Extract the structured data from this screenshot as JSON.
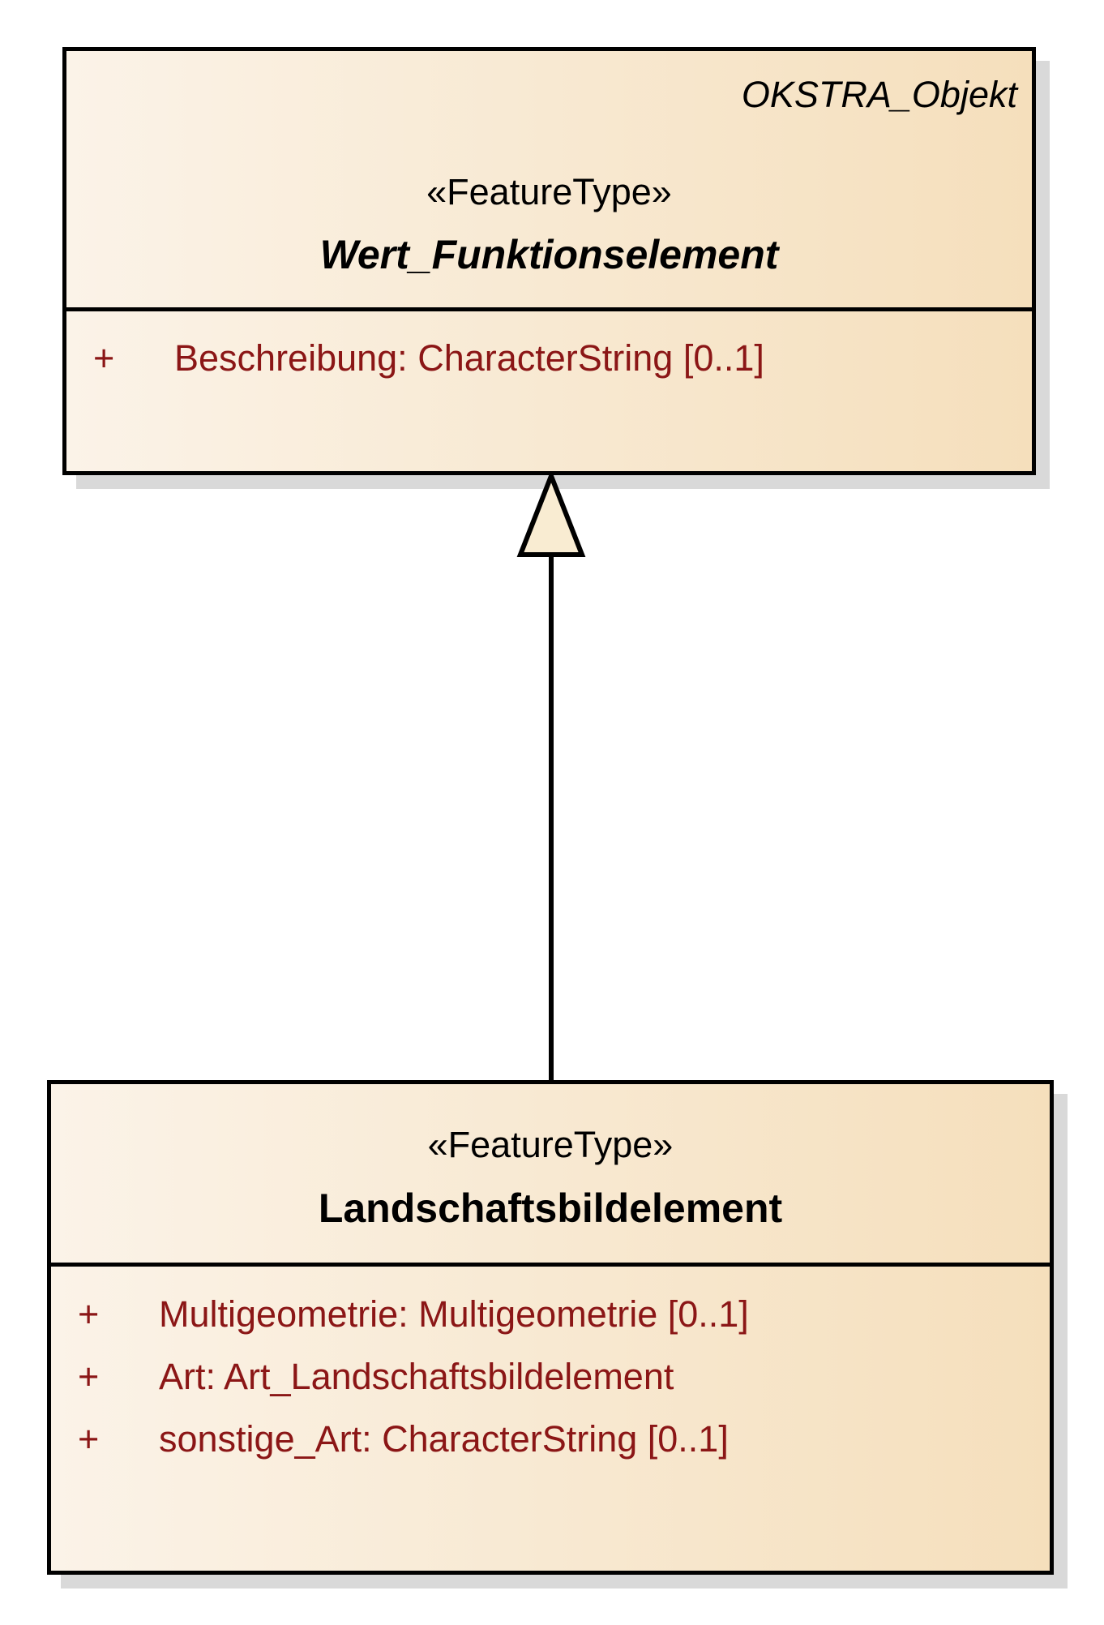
{
  "diagram": {
    "kind": "uml-class-diagram",
    "classes": [
      {
        "tag": "OKSTRA_Objekt",
        "stereotype": "«FeatureType»",
        "name": "Wert_Funktionselement",
        "attributes": [
          {
            "visibility": "+",
            "text": "Beschreibung: CharacterString [0..1]"
          }
        ]
      },
      {
        "stereotype": "«FeatureType»",
        "name": "Landschaftsbildelement",
        "attributes": [
          {
            "visibility": "+",
            "text": "Multigeometrie: Multigeometrie [0..1]"
          },
          {
            "visibility": "+",
            "text": "Art: Art_Landschaftsbildelement"
          },
          {
            "visibility": "+",
            "text": "sonstige_Art: CharacterString [0..1]"
          }
        ]
      }
    ],
    "relationship": {
      "type": "generalization",
      "from": "Landschaftsbildelement",
      "to": "Wert_Funktionselement"
    }
  },
  "colors": {
    "fill_light": "#fbf3e8",
    "fill_dark": "#f5dfbc",
    "border": "#000000",
    "attribute_text": "#8b1616",
    "shadow": "#d9d9d9",
    "triangle_fill": "#f9ecd2",
    "background": "#ffffff"
  }
}
